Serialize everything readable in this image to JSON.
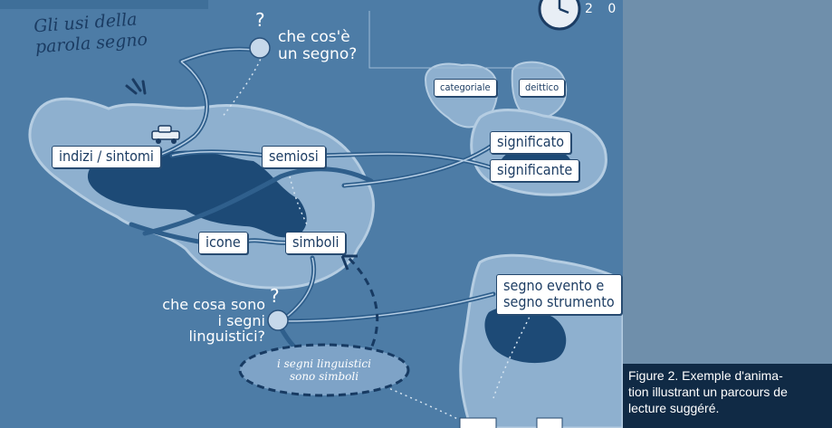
{
  "title": {
    "line1": "Gli usi della",
    "line2": "parola segno"
  },
  "questions": {
    "q1_line1": "che cos'è",
    "q1_line2": "un segno?",
    "q2_line1": "che cosa sono",
    "q2_line2": "i segni linguistici?",
    "qmark": "?"
  },
  "nodes": {
    "indizi": "indizi / sintomi",
    "semiosi": "semiosi",
    "icone": "icone",
    "simboli": "simboli",
    "categoriale": "categoriale",
    "deittico": "deittico",
    "significato": "significato",
    "significante": "significante",
    "segno_evento_1": "segno evento e",
    "segno_evento_2": "segno strumento"
  },
  "oval": {
    "line1": "i segni linguistici",
    "line2": "sono simboli"
  },
  "clock_number": "2 0",
  "caption": "Figure 2. Exemple d'anima-tion illustrant un parcours de lecture suggéré.",
  "caption_lines": [
    "Figure 2. Exemple d'anima-",
    "tion illustrant un parcours de",
    "lecture suggéré."
  ],
  "colors": {
    "sea": "#4d7ca6",
    "island": "#8fb1cf",
    "island_dark": "#1d4a76",
    "caption_bg": "#102a45"
  }
}
